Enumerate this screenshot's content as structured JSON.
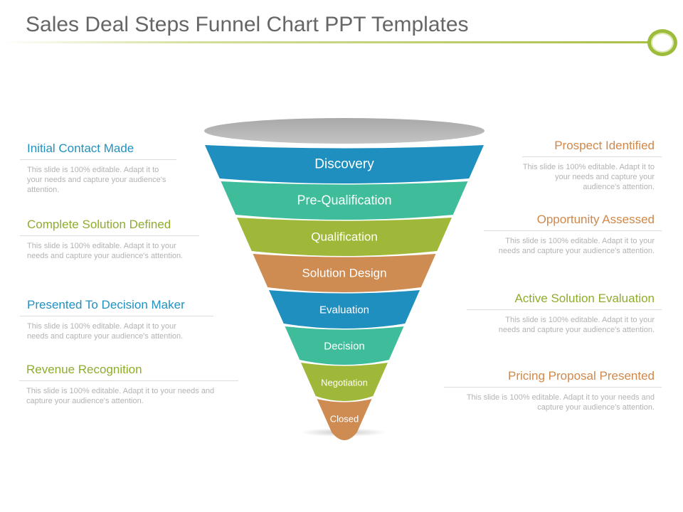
{
  "title": "Sales Deal Steps Funnel Chart PPT Templates",
  "funnel": {
    "stages": [
      {
        "label": "Discovery",
        "color": "#1e8fbf"
      },
      {
        "label": "Pre-Qualification",
        "color": "#3fbd9a"
      },
      {
        "label": "Qualification",
        "color": "#9fb83a"
      },
      {
        "label": "Solution Design",
        "color": "#cf8c52"
      },
      {
        "label": "Evaluation",
        "color": "#1e8fbf"
      },
      {
        "label": "Decision",
        "color": "#3fbd9a"
      },
      {
        "label": "Negotiation",
        "color": "#9fb83a"
      },
      {
        "label": "Closed",
        "color": "#cf8c52"
      }
    ]
  },
  "left_items": [
    {
      "heading": "Initial Contact Made",
      "desc": "This slide is 100% editable. Adapt it to your needs and capture your audience's attention."
    },
    {
      "heading": "Complete Solution Defined",
      "desc": "This slide is 100% editable. Adapt it to your needs and capture your audience's attention."
    },
    {
      "heading": "Presented To Decision Maker",
      "desc": "This slide is 100% editable. Adapt it to your needs and capture your audience's attention."
    },
    {
      "heading": "Revenue Recognition",
      "desc": "This slide is 100% editable. Adapt it to your needs and capture your audience's attention."
    }
  ],
  "right_items": [
    {
      "heading": "Prospect Identified",
      "desc": "This slide is 100% editable. Adapt it to your needs and capture your audience's attention."
    },
    {
      "heading": "Opportunity Assessed",
      "desc": "This slide is 100% editable. Adapt it to your needs and capture your audience's attention."
    },
    {
      "heading": "Active Solution Evaluation",
      "desc": "This slide is 100% editable. Adapt it to your needs and capture your audience's attention."
    },
    {
      "heading": "Pricing Proposal Presented",
      "desc": "This slide is 100% editable. Adapt it to your needs and capture your audience's attention."
    }
  ]
}
